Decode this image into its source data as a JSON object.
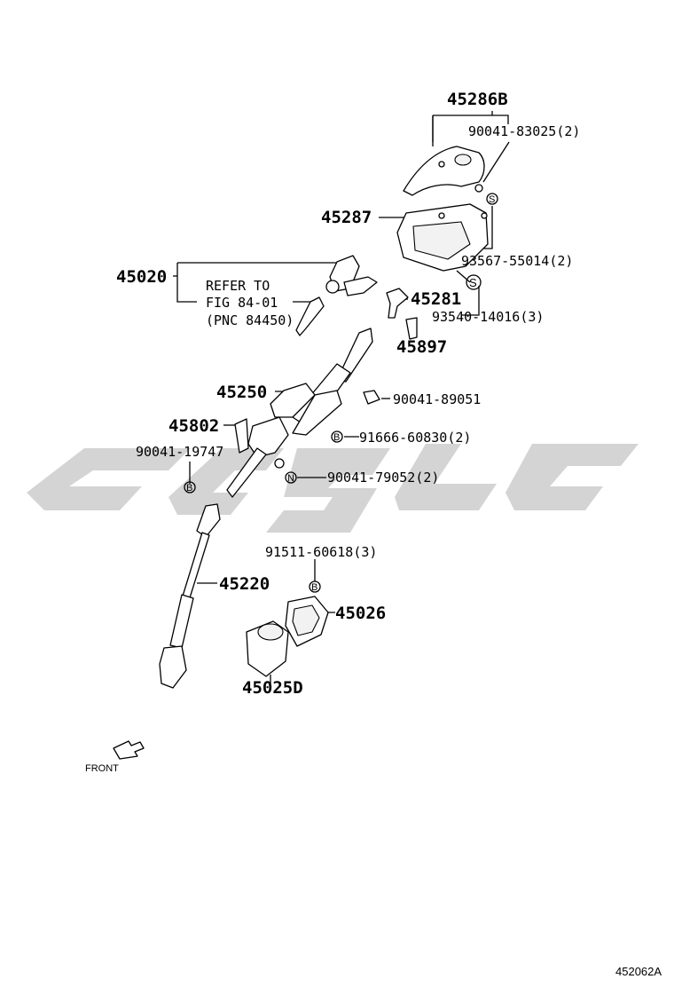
{
  "labels": {
    "cover_upper": "45286B",
    "screw_upper": "90041-83025(2)",
    "cover_lower": "45287",
    "screw_s": "93567-55014(2)",
    "lock_assy": "45020",
    "refer_line1": "REFER TO",
    "refer_line2": "FIG 84-01",
    "refer_line3": "(PNC 84450)",
    "lever": "45281",
    "screw_lever": "93540-14016(3)",
    "bolt_lever": "45897",
    "column_assy": "45250",
    "nut_column": "90041-89051",
    "bracket": "45802",
    "bolt_b": "91666-60830(2)",
    "bolt_left": "90041-19747",
    "nut_n": "90041-79052(2)",
    "bolt_hole": "91511-60618(3)",
    "shaft": "45220",
    "cover_hole": "45026",
    "boot": "45025D",
    "front": "FRONT",
    "figure_code": "452062A"
  },
  "markers": {
    "s": "S",
    "b": "B",
    "n": "N"
  },
  "colors": {
    "watermark": "#d4d4d4",
    "ink": "#000000"
  }
}
